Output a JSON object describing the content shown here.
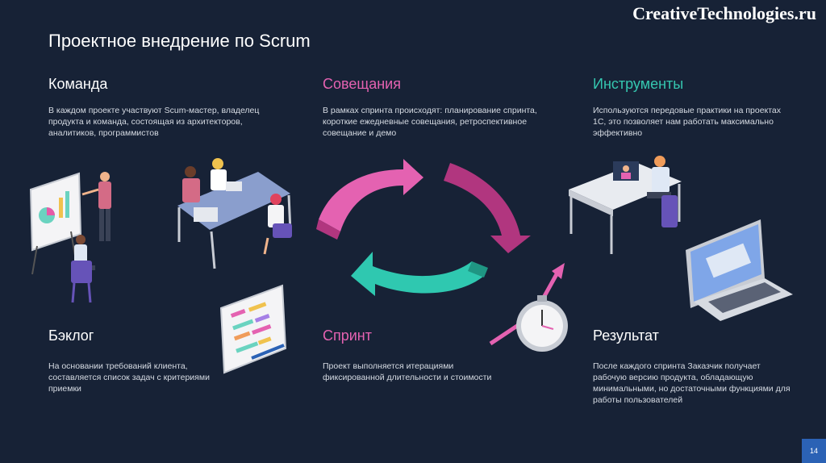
{
  "watermark": "CreativeTechnologies.ru",
  "title": "Проектное внедрение по Scrum",
  "page_number": "14",
  "sections": {
    "team": {
      "title": "Команда",
      "text": "В каждом проекте участвуют Scum-мастер, владелец продукта и команда, состоящая из архитекторов, аналитиков, программистов",
      "color": "#ffffff"
    },
    "meetings": {
      "title": "Совещания",
      "text": "В рамках спринта происходят: планирование спринта, короткие ежедневные совещания, ретроспективное совещание и демо",
      "color": "#e462b1"
    },
    "tools": {
      "title": "Инструменты",
      "text": "Используются передовые практики на проектах 1С, это позволяет нам работать максимально эффективно",
      "color": "#35c7b0"
    },
    "backlog": {
      "title": "Бэклог",
      "text": "На основании требований клиента, составляется список задач с критериями приемки",
      "color": "#ffffff"
    },
    "sprint": {
      "title": "Спринт",
      "text": "Проект выполняется итерациями фиксированной длительности и стоимости",
      "color": "#e462b1"
    },
    "result": {
      "title": "Результат",
      "text": "После каждого спринта Заказчик получает рабочую версию продукта, обладающую минимальными, но достаточными функциями для работы пользователей",
      "color": "#ffffff"
    }
  }
}
